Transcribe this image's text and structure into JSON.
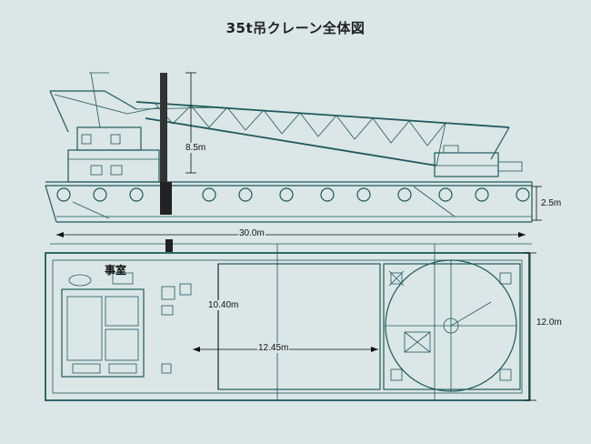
{
  "title": "35t吊クレーン全体図",
  "dimensions": {
    "mast_height": "8.5m",
    "hull_depth": "2.5m",
    "length": "30.0m",
    "hold_length": "10.40m",
    "hold_width": "12.45m",
    "beam": "12.0m"
  },
  "labels": {
    "house": "事室"
  },
  "colors": {
    "background": "#dbe6e6",
    "line": "#1e5a5a",
    "mast": "#222222"
  }
}
